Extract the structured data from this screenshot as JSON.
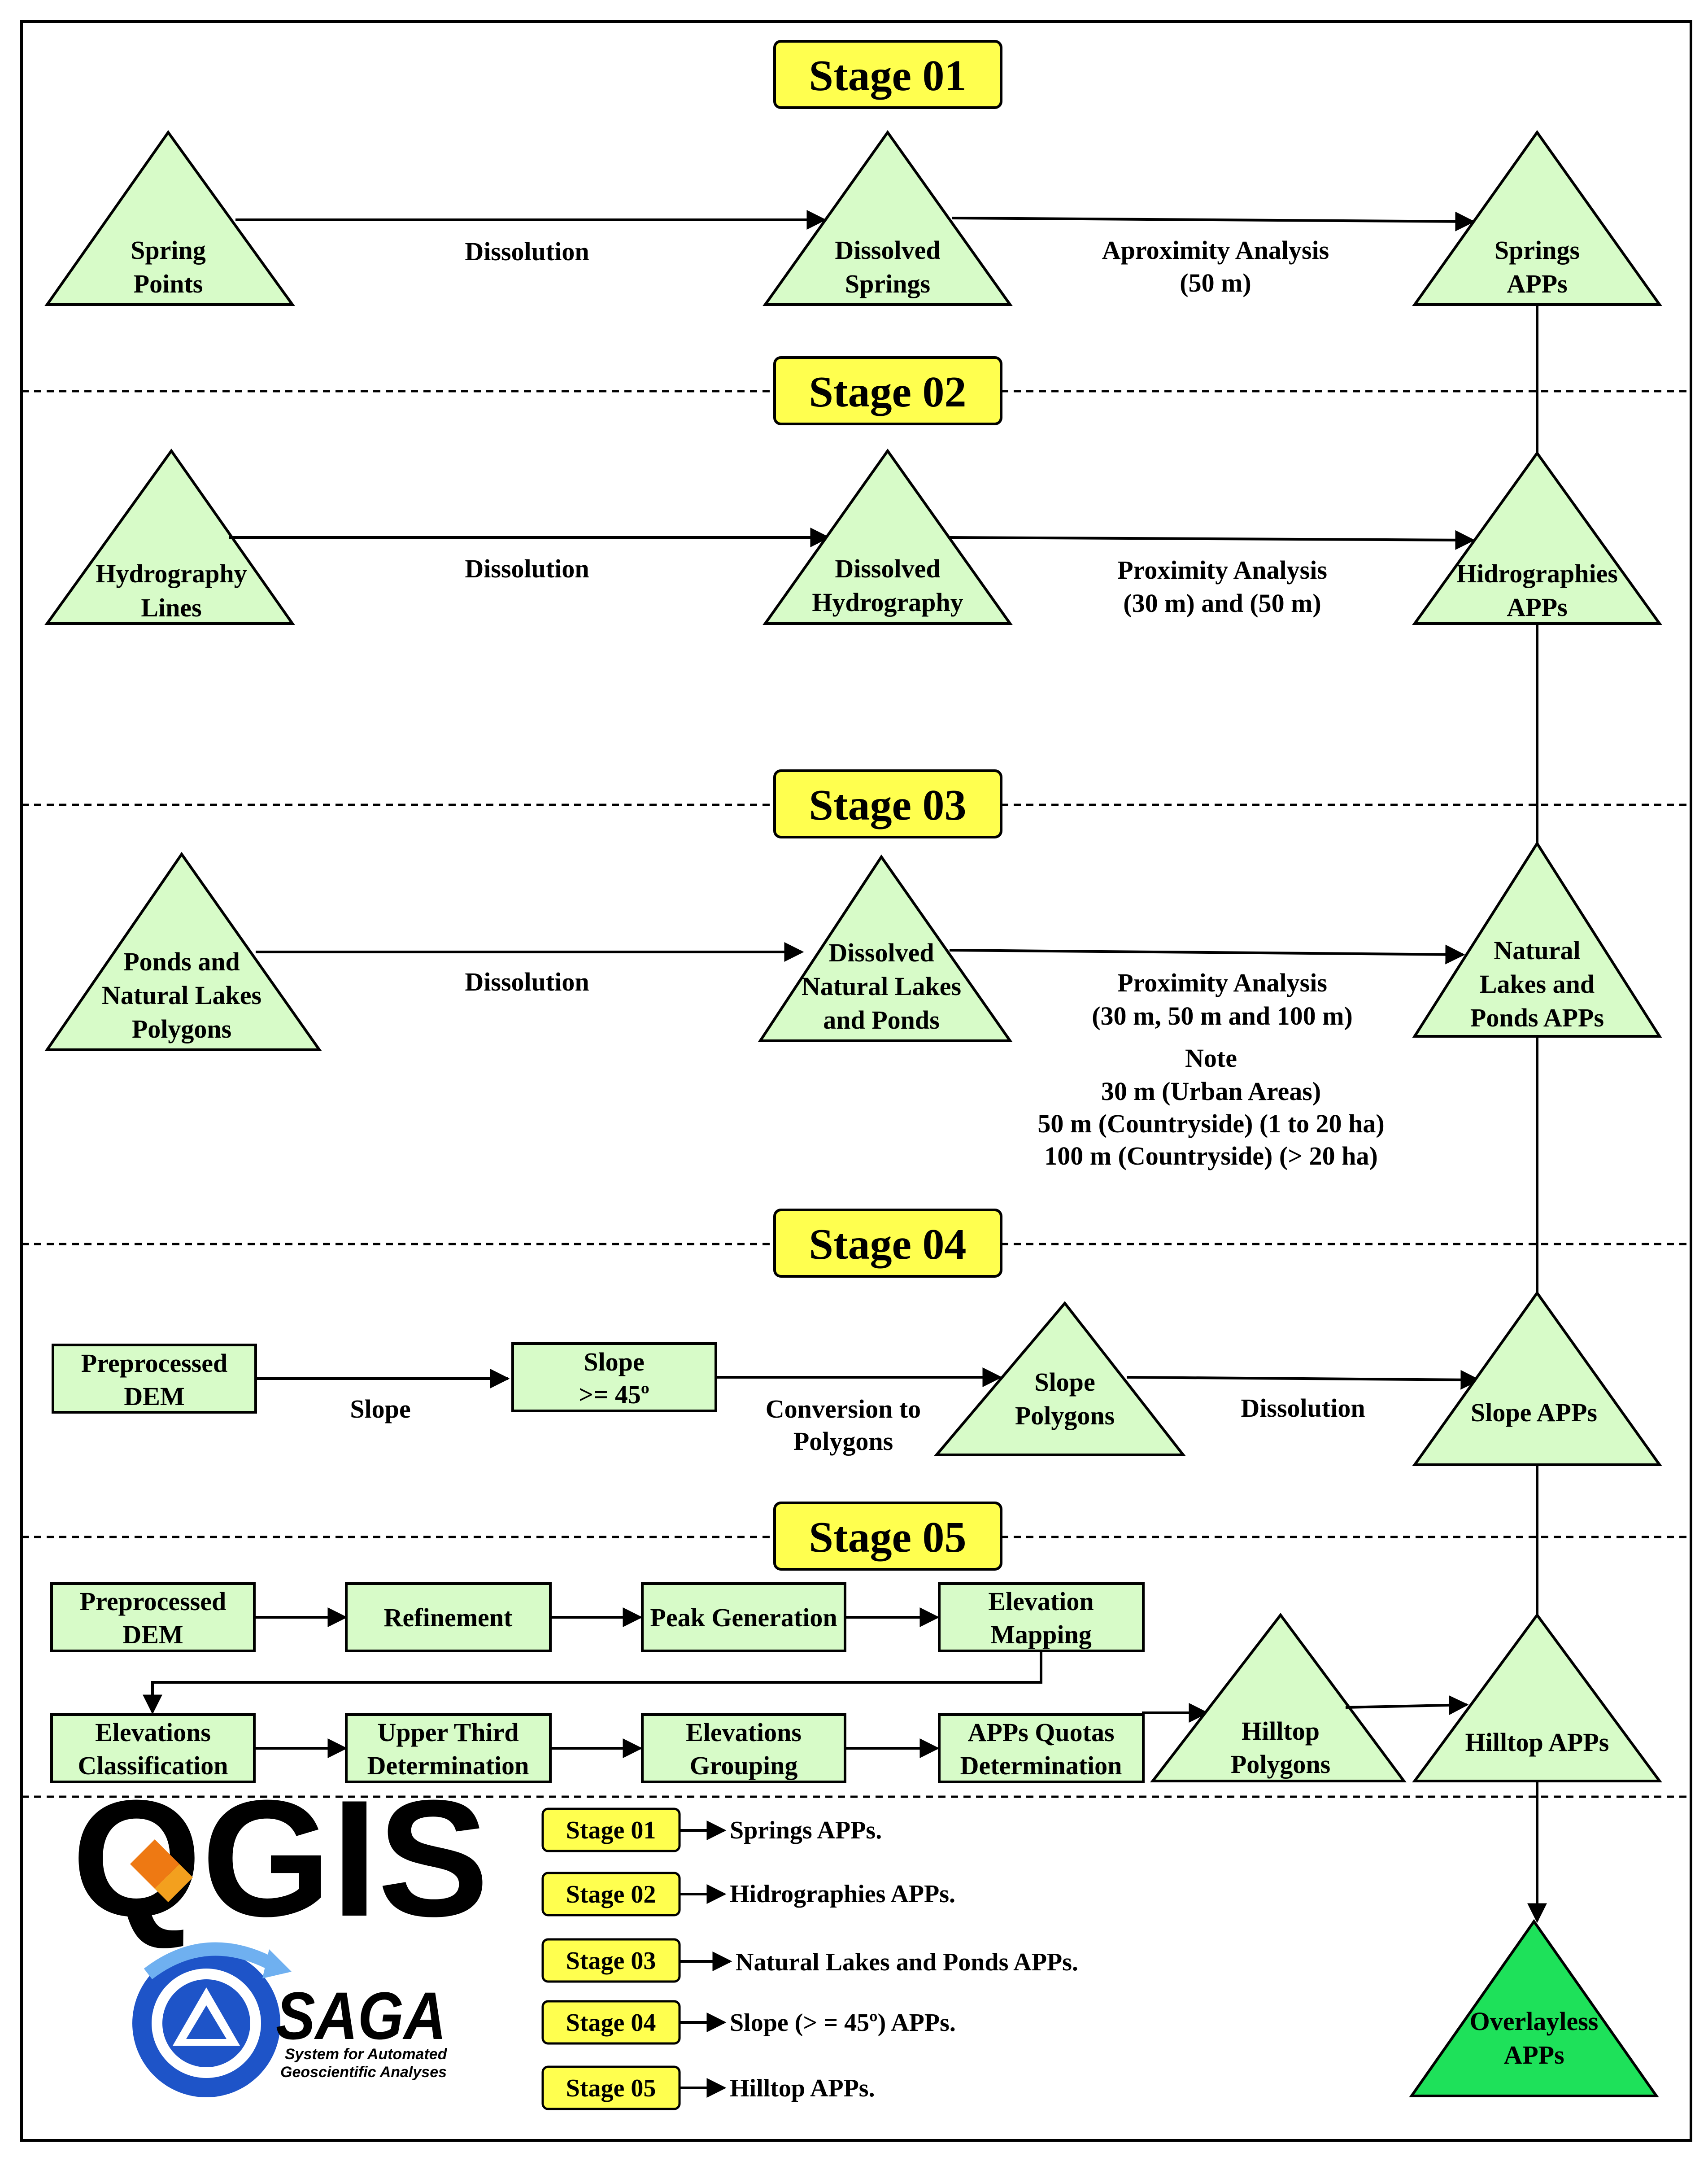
{
  "stages": {
    "s1": "Stage 01",
    "s2": "Stage 02",
    "s3": "Stage 03",
    "s4": "Stage 04",
    "s5": "Stage 05"
  },
  "stage1": {
    "spring_points": [
      "Spring",
      "Points"
    ],
    "dissolution": "Dissolution",
    "dissolved_springs": [
      "Dissolved",
      "Springs"
    ],
    "analysis": [
      "Aproximity Analysis",
      "(50 m)"
    ],
    "springs_apps": [
      "Springs",
      "APPs"
    ]
  },
  "stage2": {
    "hydrography_lines": [
      "Hydrography",
      "Lines"
    ],
    "dissolution": "Dissolution",
    "dissolved_hydrography": [
      "Dissolved",
      "Hydrography"
    ],
    "analysis": [
      "Proximity Analysis",
      "(30 m) and (50 m)"
    ],
    "hidrographies_apps": [
      "Hidrographies",
      "APPs"
    ]
  },
  "stage3": {
    "ponds_polygons": [
      "Ponds and",
      "Natural Lakes",
      "Polygons"
    ],
    "dissolution": "Dissolution",
    "dissolved_lakes": [
      "Dissolved",
      "Natural Lakes",
      "and Ponds"
    ],
    "analysis": [
      "Proximity Analysis",
      "(30 m, 50 m and 100 m)"
    ],
    "note": [
      "Note",
      "30 m (Urban Areas)",
      "50 m (Countryside) (1 to 20 ha)",
      "100 m (Countryside) (> 20 ha)"
    ],
    "lakes_apps": [
      "Natural",
      "Lakes and",
      "Ponds APPs"
    ]
  },
  "stage4": {
    "preprocessed_dem": [
      "Preprocessed",
      "DEM"
    ],
    "slope_label": "Slope",
    "slope_box": [
      "Slope",
      ">= 45º"
    ],
    "conversion": [
      "Conversion to",
      "Polygons"
    ],
    "slope_polygons": [
      "Slope",
      "Polygons"
    ],
    "dissolution": "Dissolution",
    "slope_apps": "Slope APPs"
  },
  "stage5": {
    "preprocessed_dem": [
      "Preprocessed",
      "DEM"
    ],
    "refinement": "Refinement",
    "peak_generation": "Peak Generation",
    "elevation_mapping": [
      "Elevation",
      "Mapping"
    ],
    "elevations_classification": [
      "Elevations",
      "Classification"
    ],
    "upper_third": [
      "Upper Third",
      "Determination"
    ],
    "elevations_grouping": [
      "Elevations",
      "Grouping"
    ],
    "quotas": [
      "APPs Quotas",
      "Determination"
    ],
    "hilltop_polygons": [
      "Hilltop",
      "Polygons"
    ],
    "hilltop_apps": "Hilltop APPs"
  },
  "final": {
    "overlayless_apps": [
      "Overlayless",
      "APPs"
    ]
  },
  "legend": [
    {
      "stage": "Stage 01",
      "text": "Springs APPs."
    },
    {
      "stage": "Stage 02",
      "text": "Hidrographies APPs."
    },
    {
      "stage": "Stage 03",
      "text": "Natural Lakes and Ponds APPs."
    },
    {
      "stage": "Stage 04",
      "text": "Slope (> = 45º) APPs."
    },
    {
      "stage": "Stage 05",
      "text": "Hilltop APPs."
    }
  ],
  "logos": {
    "qgis": "QGIS",
    "saga": "SAGA",
    "saga_sub": [
      "System for Automated",
      "Geoscientific Analyses"
    ]
  },
  "colors": {
    "node_fill": "#d7fbc8",
    "final_fill": "#1ee15a",
    "stage_fill": "#ffff4f",
    "qgis_green": "#5cae2a",
    "qgis_orange": "#ee7913",
    "saga_blue": "#1e54c8"
  }
}
